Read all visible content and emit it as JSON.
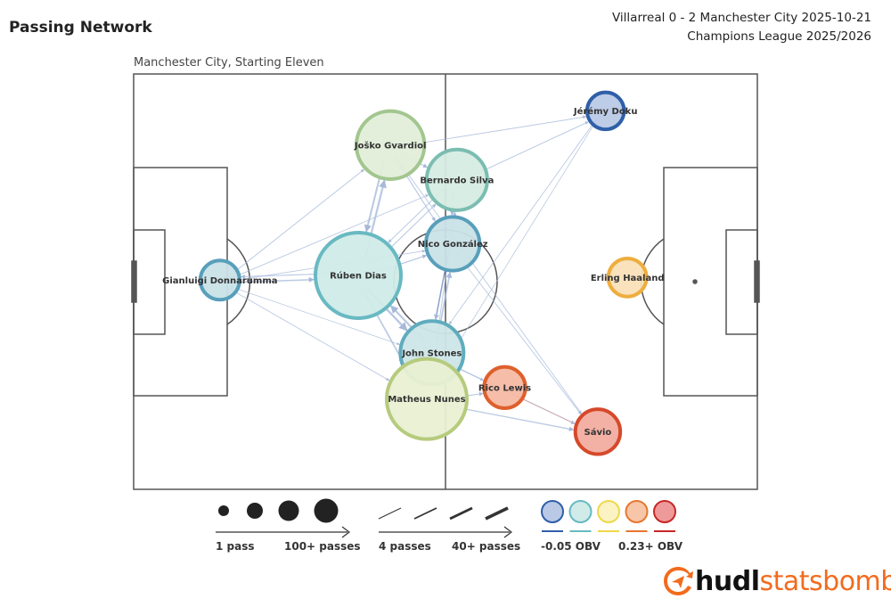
{
  "header": {
    "title": "Passing Network",
    "match_line": "Villarreal 0 - 2 Manchester City 2025-10-21",
    "competition_line": "Champions League 2025/2026",
    "subtitle": "Manchester City, Starting Eleven"
  },
  "chart_data": {
    "type": "network",
    "xlim": [
      0,
      120
    ],
    "ylim": [
      0,
      80
    ],
    "players": [
      {
        "name": "Gianluigi Donnarumma",
        "x": 16.6,
        "y": 40.3,
        "passes": 10,
        "obv": 0.0
      },
      {
        "name": "Rúben Dias",
        "x": 43.2,
        "y": 41.2,
        "passes": 100,
        "obv": 0.02
      },
      {
        "name": "Joško Gvardiol",
        "x": 49.4,
        "y": 66.3,
        "passes": 55,
        "obv": 0.05
      },
      {
        "name": "Bernardo Silva",
        "x": 62.2,
        "y": 59.6,
        "passes": 40,
        "obv": 0.03
      },
      {
        "name": "Nico González",
        "x": 61.4,
        "y": 47.3,
        "passes": 28,
        "obv": 0.0
      },
      {
        "name": "John Stones",
        "x": 57.4,
        "y": 26.3,
        "passes": 45,
        "obv": 0.01
      },
      {
        "name": "Matheus Nunes",
        "x": 56.4,
        "y": 17.4,
        "passes": 85,
        "obv": 0.06
      },
      {
        "name": "Rico Lewis",
        "x": 71.4,
        "y": 19.6,
        "passes": 12,
        "obv": 0.18
      },
      {
        "name": "Sávio",
        "x": 89.3,
        "y": 11.1,
        "passes": 16,
        "obv": 0.2
      },
      {
        "name": "Jérémy Doku",
        "x": 90.8,
        "y": 72.9,
        "passes": 8,
        "obv": -0.05
      },
      {
        "name": "Erling Haaland",
        "x": 95.0,
        "y": 40.8,
        "passes": 9,
        "obv": 0.12
      }
    ],
    "edges": [
      {
        "from": "Gianluigi Donnarumma",
        "to": "Rúben Dias",
        "passes": 12,
        "obv": 0.0
      },
      {
        "from": "Gianluigi Donnarumma",
        "to": "Joško Gvardiol",
        "passes": 6,
        "obv": 0.0
      },
      {
        "from": "Gianluigi Donnarumma",
        "to": "Bernardo Silva",
        "passes": 5,
        "obv": 0.0
      },
      {
        "from": "Gianluigi Donnarumma",
        "to": "Nico González",
        "passes": 5,
        "obv": 0.0
      },
      {
        "from": "Gianluigi Donnarumma",
        "to": "Matheus Nunes",
        "passes": 5,
        "obv": 0.0
      },
      {
        "from": "Rúben Dias",
        "to": "Gianluigi Donnarumma",
        "passes": 8,
        "obv": 0.0
      },
      {
        "from": "Rúben Dias",
        "to": "Joško Gvardiol",
        "passes": 20,
        "obv": 0.0
      },
      {
        "from": "Joško Gvardiol",
        "to": "Rúben Dias",
        "passes": 18,
        "obv": 0.0
      },
      {
        "from": "Rúben Dias",
        "to": "John Stones",
        "passes": 22,
        "obv": 0.0
      },
      {
        "from": "John Stones",
        "to": "Rúben Dias",
        "passes": 20,
        "obv": 0.0
      },
      {
        "from": "Rúben Dias",
        "to": "Matheus Nunes",
        "passes": 14,
        "obv": 0.0
      },
      {
        "from": "Rúben Dias",
        "to": "Nico González",
        "passes": 9,
        "obv": 0.0
      },
      {
        "from": "Rúben Dias",
        "to": "Bernardo Silva",
        "passes": 7,
        "obv": 0.0
      },
      {
        "from": "Joško Gvardiol",
        "to": "Bernardo Silva",
        "passes": 9,
        "obv": 0.0
      },
      {
        "from": "Joško Gvardiol",
        "to": "Nico González",
        "passes": 8,
        "obv": 0.0
      },
      {
        "from": "Joško Gvardiol",
        "to": "Jérémy Doku",
        "passes": 6,
        "obv": -0.03
      },
      {
        "from": "Bernardo Silva",
        "to": "Jérémy Doku",
        "passes": 6,
        "obv": -0.03
      },
      {
        "from": "Bernardo Silva",
        "to": "Nico González",
        "passes": 10,
        "obv": 0.0
      },
      {
        "from": "Nico González",
        "to": "John Stones",
        "passes": 12,
        "obv": -0.05
      },
      {
        "from": "John Stones",
        "to": "Nico González",
        "passes": 14,
        "obv": -0.02
      },
      {
        "from": "John Stones",
        "to": "Matheus Nunes",
        "passes": 12,
        "obv": 0.0
      },
      {
        "from": "Matheus Nunes",
        "to": "John Stones",
        "passes": 10,
        "obv": 0.0
      },
      {
        "from": "John Stones",
        "to": "Rico Lewis",
        "passes": 6,
        "obv": 0.0
      },
      {
        "from": "John Stones",
        "to": "Sávio",
        "passes": 8,
        "obv": 0.0
      },
      {
        "from": "Matheus Nunes",
        "to": "Sávio",
        "passes": 10,
        "obv": 0.0
      },
      {
        "from": "Matheus Nunes",
        "to": "Rico Lewis",
        "passes": 8,
        "obv": 0.0
      },
      {
        "from": "Rico Lewis",
        "to": "Sávio",
        "passes": 6,
        "obv": 0.2
      },
      {
        "from": "Joško Gvardiol",
        "to": "Sávio",
        "passes": 5,
        "obv": 0.0
      },
      {
        "from": "Nico González",
        "to": "Sávio",
        "passes": 5,
        "obv": 0.0
      },
      {
        "from": "Jérémy Doku",
        "to": "John Stones",
        "passes": 5,
        "obv": 0.0
      },
      {
        "from": "Jérémy Doku",
        "to": "Matheus Nunes",
        "passes": 4,
        "obv": 0.0
      },
      {
        "from": "Bernardo Silva",
        "to": "Rúben Dias",
        "passes": 6,
        "obv": 0.0
      },
      {
        "from": "John Stones",
        "to": "Bernardo Silva",
        "passes": 6,
        "obv": 0.0
      },
      {
        "from": "Gianluigi Donnarumma",
        "to": "John Stones",
        "passes": 4,
        "obv": 0.0
      }
    ],
    "legend": {
      "size_min_label": "1 pass",
      "size_max_label": "100+ passes",
      "width_min_label": "4 passes",
      "width_max_label": "40+ passes",
      "obv_min_label": "-0.05 OBV",
      "obv_max_label": "0.23+ OBV",
      "obv_colors": [
        "#b9c9e6",
        "#d0ebe8",
        "#fbf3c4",
        "#f7c6a8",
        "#ef9a9a"
      ],
      "obv_edge_colors": [
        "#2f5fa8",
        "#68b9c2",
        "#f0d84a",
        "#e8762e",
        "#c62828"
      ]
    }
  },
  "logo": {
    "part1": "hudl",
    "part2": "statsbomb"
  }
}
